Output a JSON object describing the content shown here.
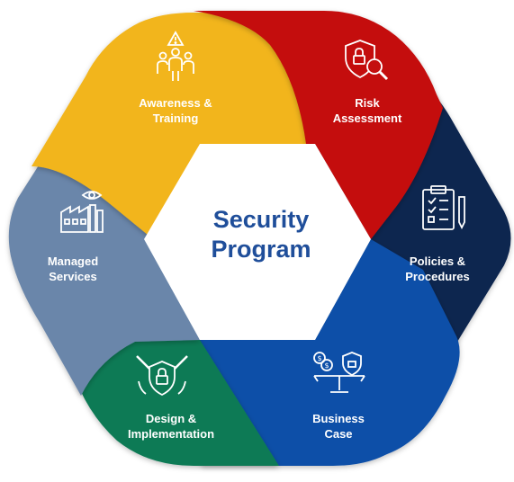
{
  "center": {
    "line1": "Security",
    "line2": "Program"
  },
  "segments": [
    {
      "id": "awareness",
      "line1": "Awareness &",
      "line2": "Training",
      "color": "#f2b51b",
      "icon": "people-alert-icon"
    },
    {
      "id": "risk",
      "line1": "Risk",
      "line2": "Assessment",
      "color": "#c40f0f",
      "icon": "shield-search-icon"
    },
    {
      "id": "policies",
      "line1": "Policies &",
      "line2": "Procedures",
      "color": "#10254f",
      "icon": "clipboard-checklist-icon"
    },
    {
      "id": "business",
      "line1": "Business",
      "line2": "Case",
      "color": "#0d4fa8",
      "icon": "balance-scale-icon"
    },
    {
      "id": "design",
      "line1": "Design &",
      "line2": "Implementation",
      "color": "#0e7a55",
      "icon": "shield-tools-icon"
    },
    {
      "id": "managed",
      "line1": "Managed",
      "line2": "Services",
      "color": "#6b86aa",
      "icon": "factory-eye-icon"
    }
  ]
}
